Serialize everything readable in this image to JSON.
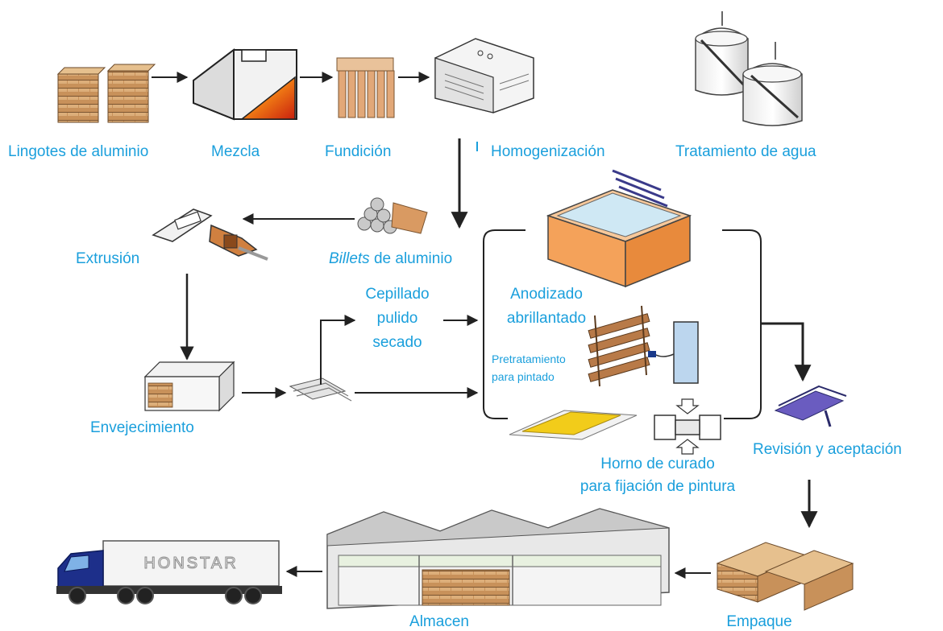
{
  "steps": {
    "ingots": "Lingotes de aluminio",
    "mixing": "Mezcla",
    "casting": "Fundición",
    "homogenization": "Homogenización",
    "water_treatment": "Tratamiento de agua",
    "billets_italic": "Billets",
    "billets_rest": " de aluminio",
    "extrusion": "Extrusión",
    "brushing_1": "Cepillado",
    "brushing_2": "pulido",
    "brushing_3": "secado",
    "anodizing_1": "Anodizado",
    "anodizing_2": "abrillantado",
    "pretreatment_1": "Pretratamiento",
    "pretreatment_2": "para pintado",
    "aging": "Envejecimiento",
    "curing_1": "Horno de curado",
    "curing_2": "para fijación de pintura",
    "inspection": "Revisión y aceptación",
    "packing": "Empaque",
    "warehouse": "Almacen"
  },
  "truck_brand": "HONSTAR",
  "colors": {
    "label": "#1a9fdc",
    "arrow": "#222222",
    "wood": "#c8915a",
    "furnace": "#e25a12",
    "anodize_tank": "#f4a25a",
    "paint_yellow": "#f2cc1a",
    "profile_purple": "#5b4fae",
    "truck_blue": "#1d2f8a"
  }
}
